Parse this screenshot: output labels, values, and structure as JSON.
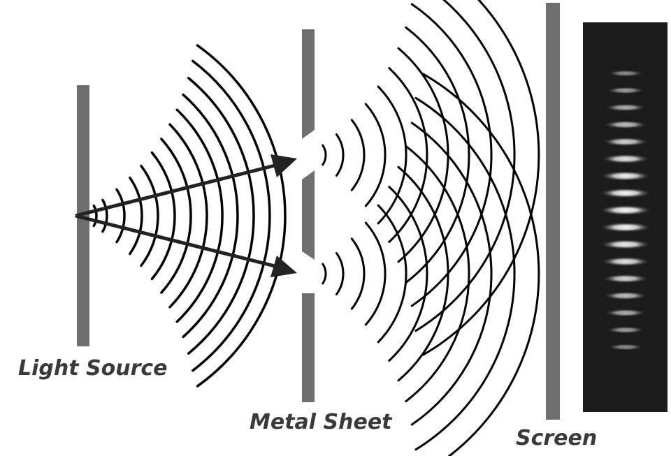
{
  "labels": {
    "source": "Light Source",
    "sheet": "Metal Sheet",
    "screen": "Screen"
  },
  "colors": {
    "barrier": "#6e6e6e",
    "wave": "#000000",
    "arrow": "#222222",
    "label": "#3a3a3a",
    "pattern_bg": "#1b1b1b",
    "fringe": "#ffffff"
  }
}
